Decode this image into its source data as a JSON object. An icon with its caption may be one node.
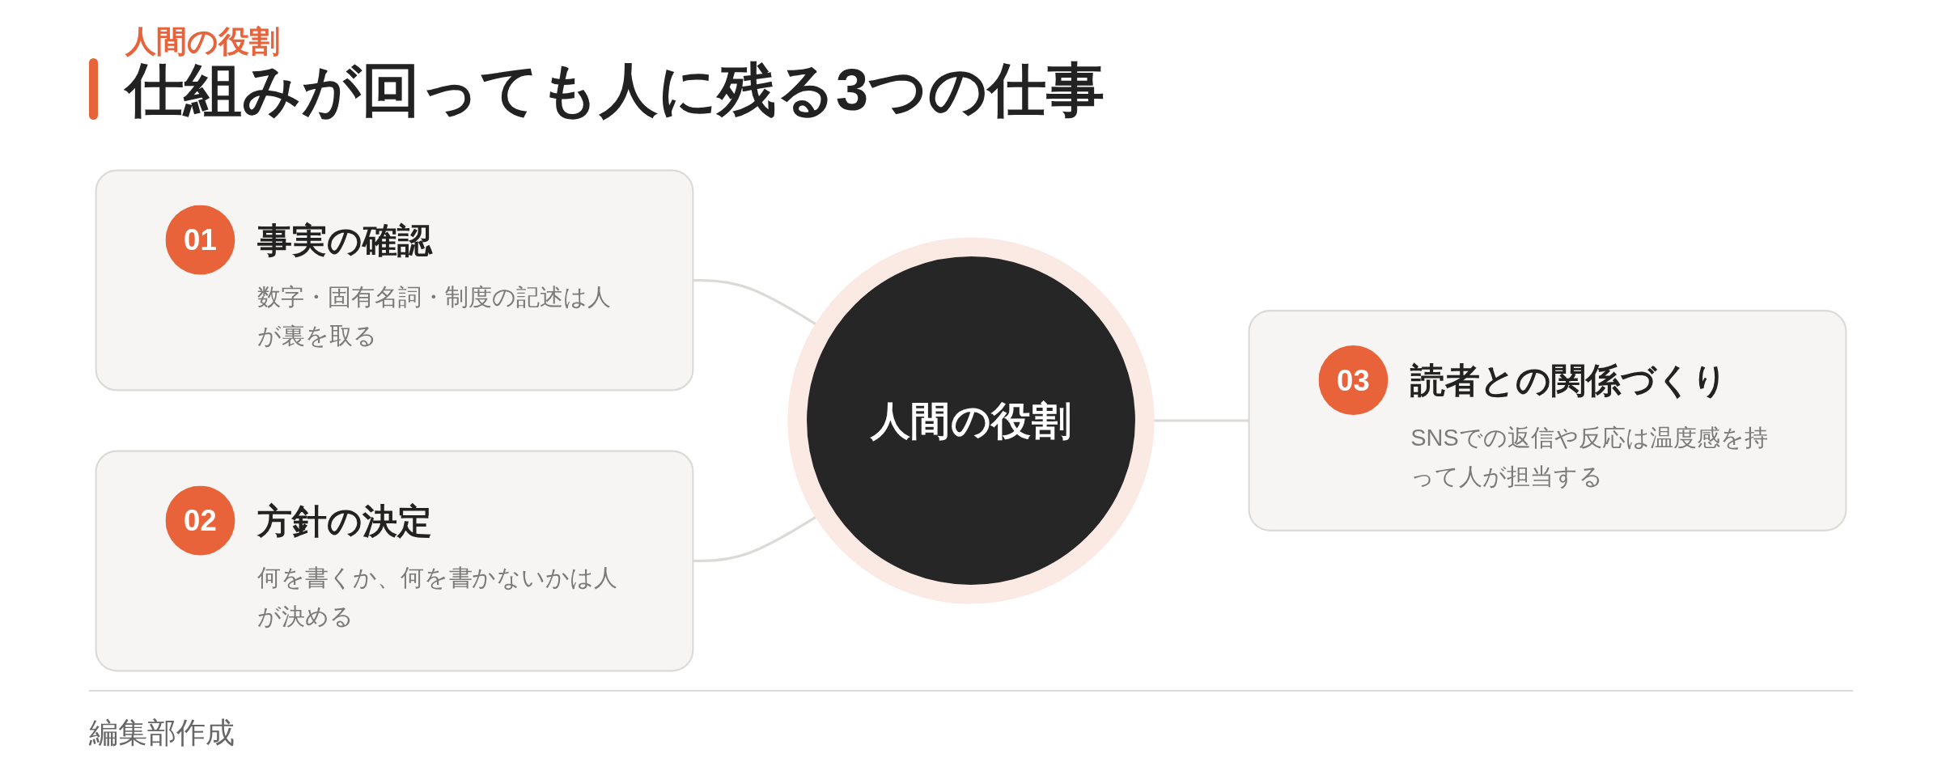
{
  "diagram": {
    "title": "仕組みが回っても人に残る3つの仕事",
    "caption": "編集部作成",
    "nodes": [
      {
        "text": [
          "01",
          "事実の確認",
          "数字・固有名詞・制度の記述は人が裏を取る"
        ]
      },
      {
        "text": [
          "02",
          "方針の決定",
          "何を書くか、何を書かないかは人が決める"
        ]
      },
      {
        "text": [
          "人間の役割"
        ]
      },
      {
        "text": [
          "03",
          "読者との関係づくり",
          "SNSでの返信や反応は温度感を持って人が担当する"
        ]
      }
    ],
    "edges": [
      {
        "from": 0,
        "to": 2,
        "arrow": "none"
      },
      {
        "from": 1,
        "to": 2,
        "arrow": "none"
      },
      {
        "from": 2,
        "to": 3,
        "arrow": "none"
      }
    ],
    "labels": [
      "人間の役割"
    ]
  }
}
